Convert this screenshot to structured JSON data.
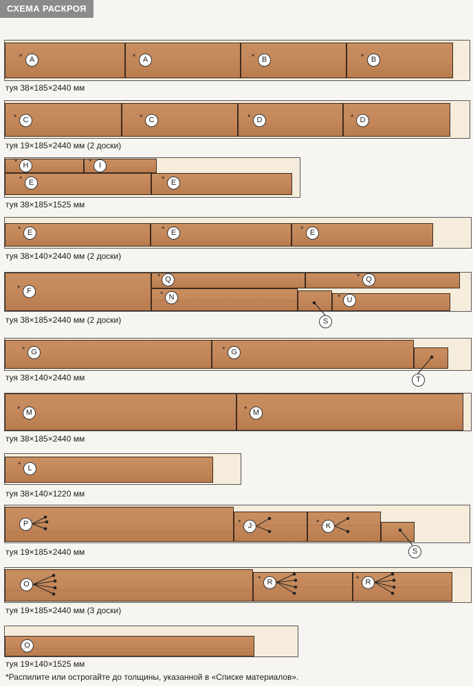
{
  "header": {
    "title": "СХЕМА РАСКРОЯ"
  },
  "boards": [
    {
      "caption": "туя 38×185×2440 мм"
    },
    {
      "caption": "туя 19×185×2440 мм (2 доски)"
    },
    {
      "caption": "туя 38×185×1525 мм"
    },
    {
      "caption": "туя 38×140×2440 мм (2 доски)"
    },
    {
      "caption": "туя 38×185×2440 мм (2 доски)"
    },
    {
      "caption": "туя 38×140×2440 мм"
    },
    {
      "caption": "туя 38×185×2440 мм"
    },
    {
      "caption": "туя 38×140×1220 мм"
    },
    {
      "caption": "туя 19×185×2440 мм"
    },
    {
      "caption": "туя 19×185×2440 мм (3 доски)"
    },
    {
      "caption": "туя 19×140×1525 мм"
    }
  ],
  "parts": {
    "A": "A",
    "B": "B",
    "C": "C",
    "D": "D",
    "E": "E",
    "F": "F",
    "G": "G",
    "H": "H",
    "I": "I",
    "J": "J",
    "K": "K",
    "L": "L",
    "M": "M",
    "N": "N",
    "O": "O",
    "P": "P",
    "Q": "Q",
    "R": "R",
    "S": "S",
    "T": "T",
    "U": "U"
  },
  "footnote": "*Распилите или острогайте до толщины, указанной в «Списке материалов»."
}
